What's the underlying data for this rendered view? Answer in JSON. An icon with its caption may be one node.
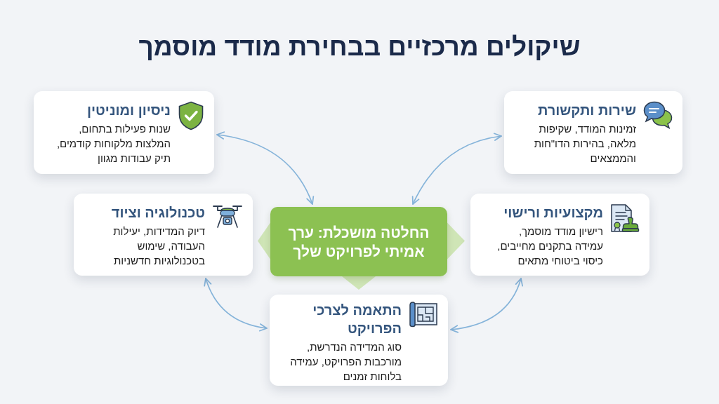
{
  "diagram": {
    "title": "שיקולים מרכזיים בבחירת מודד מוסמך",
    "nodes": [
      {
        "text": [
          "שירות ותקשורת",
          "זמינות המודד, שקיפות מלאה, בהירות הדו\"חות והממצאים"
        ]
      },
      {
        "text": [
          "ניסיון ומוניטין",
          "שנות פעילות בתחום, המלצות מלקוחות קודמים, תיק עבודות מגוון"
        ]
      },
      {
        "text": [
          "מקצועיות ורישוי",
          "רישיון מודד מוסמך, עמידה בתקנים מחייבים, כיסוי ביטוחי מתאים"
        ]
      },
      {
        "text": [
          "החלטה מושכלת: ערך אמיתי לפרויקט שלך"
        ]
      },
      {
        "text": [
          "טכנולוגיה וציוד",
          "דיוק המדידות, יעילות העבודה, שימוש בטכנולוגיות חדשניות"
        ]
      },
      {
        "text": [
          "התאמה לצרכי הפרויקט",
          "סוג המדידה הנדרשת, מורכבות הפרויקט, עמידה בלוחות זמנים"
        ]
      }
    ],
    "edges": [
      {
        "from": 0,
        "to": 3,
        "arrow": "both"
      },
      {
        "from": 1,
        "to": 3,
        "arrow": "both"
      },
      {
        "from": 2,
        "to": 5,
        "arrow": "both"
      },
      {
        "from": 4,
        "to": 5,
        "arrow": "both"
      }
    ]
  }
}
